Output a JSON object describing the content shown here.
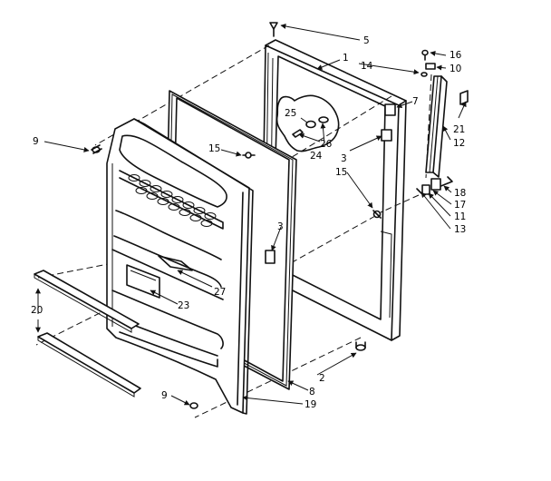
{
  "diagram": {
    "labels": [
      {
        "id": "5",
        "text": "5"
      },
      {
        "id": "1",
        "text": "1"
      },
      {
        "id": "16",
        "text": "16"
      },
      {
        "id": "10",
        "text": "10"
      },
      {
        "id": "14",
        "text": "14"
      },
      {
        "id": "7",
        "text": "7"
      },
      {
        "id": "25",
        "text": "25"
      },
      {
        "id": "26",
        "text": "26"
      },
      {
        "id": "24",
        "text": "24"
      },
      {
        "id": "21",
        "text": "21"
      },
      {
        "id": "12",
        "text": "12"
      },
      {
        "id": "9a",
        "text": "9"
      },
      {
        "id": "15a",
        "text": "15"
      },
      {
        "id": "3a",
        "text": "3"
      },
      {
        "id": "15b",
        "text": "15"
      },
      {
        "id": "18",
        "text": "18"
      },
      {
        "id": "17",
        "text": "17"
      },
      {
        "id": "11",
        "text": "11"
      },
      {
        "id": "13",
        "text": "13"
      },
      {
        "id": "3b",
        "text": "3"
      },
      {
        "id": "27",
        "text": "27"
      },
      {
        "id": "23",
        "text": "23"
      },
      {
        "id": "20",
        "text": "20"
      },
      {
        "id": "2",
        "text": "2"
      },
      {
        "id": "8",
        "text": "8"
      },
      {
        "id": "9b",
        "text": "9"
      },
      {
        "id": "19",
        "text": "19"
      }
    ]
  }
}
